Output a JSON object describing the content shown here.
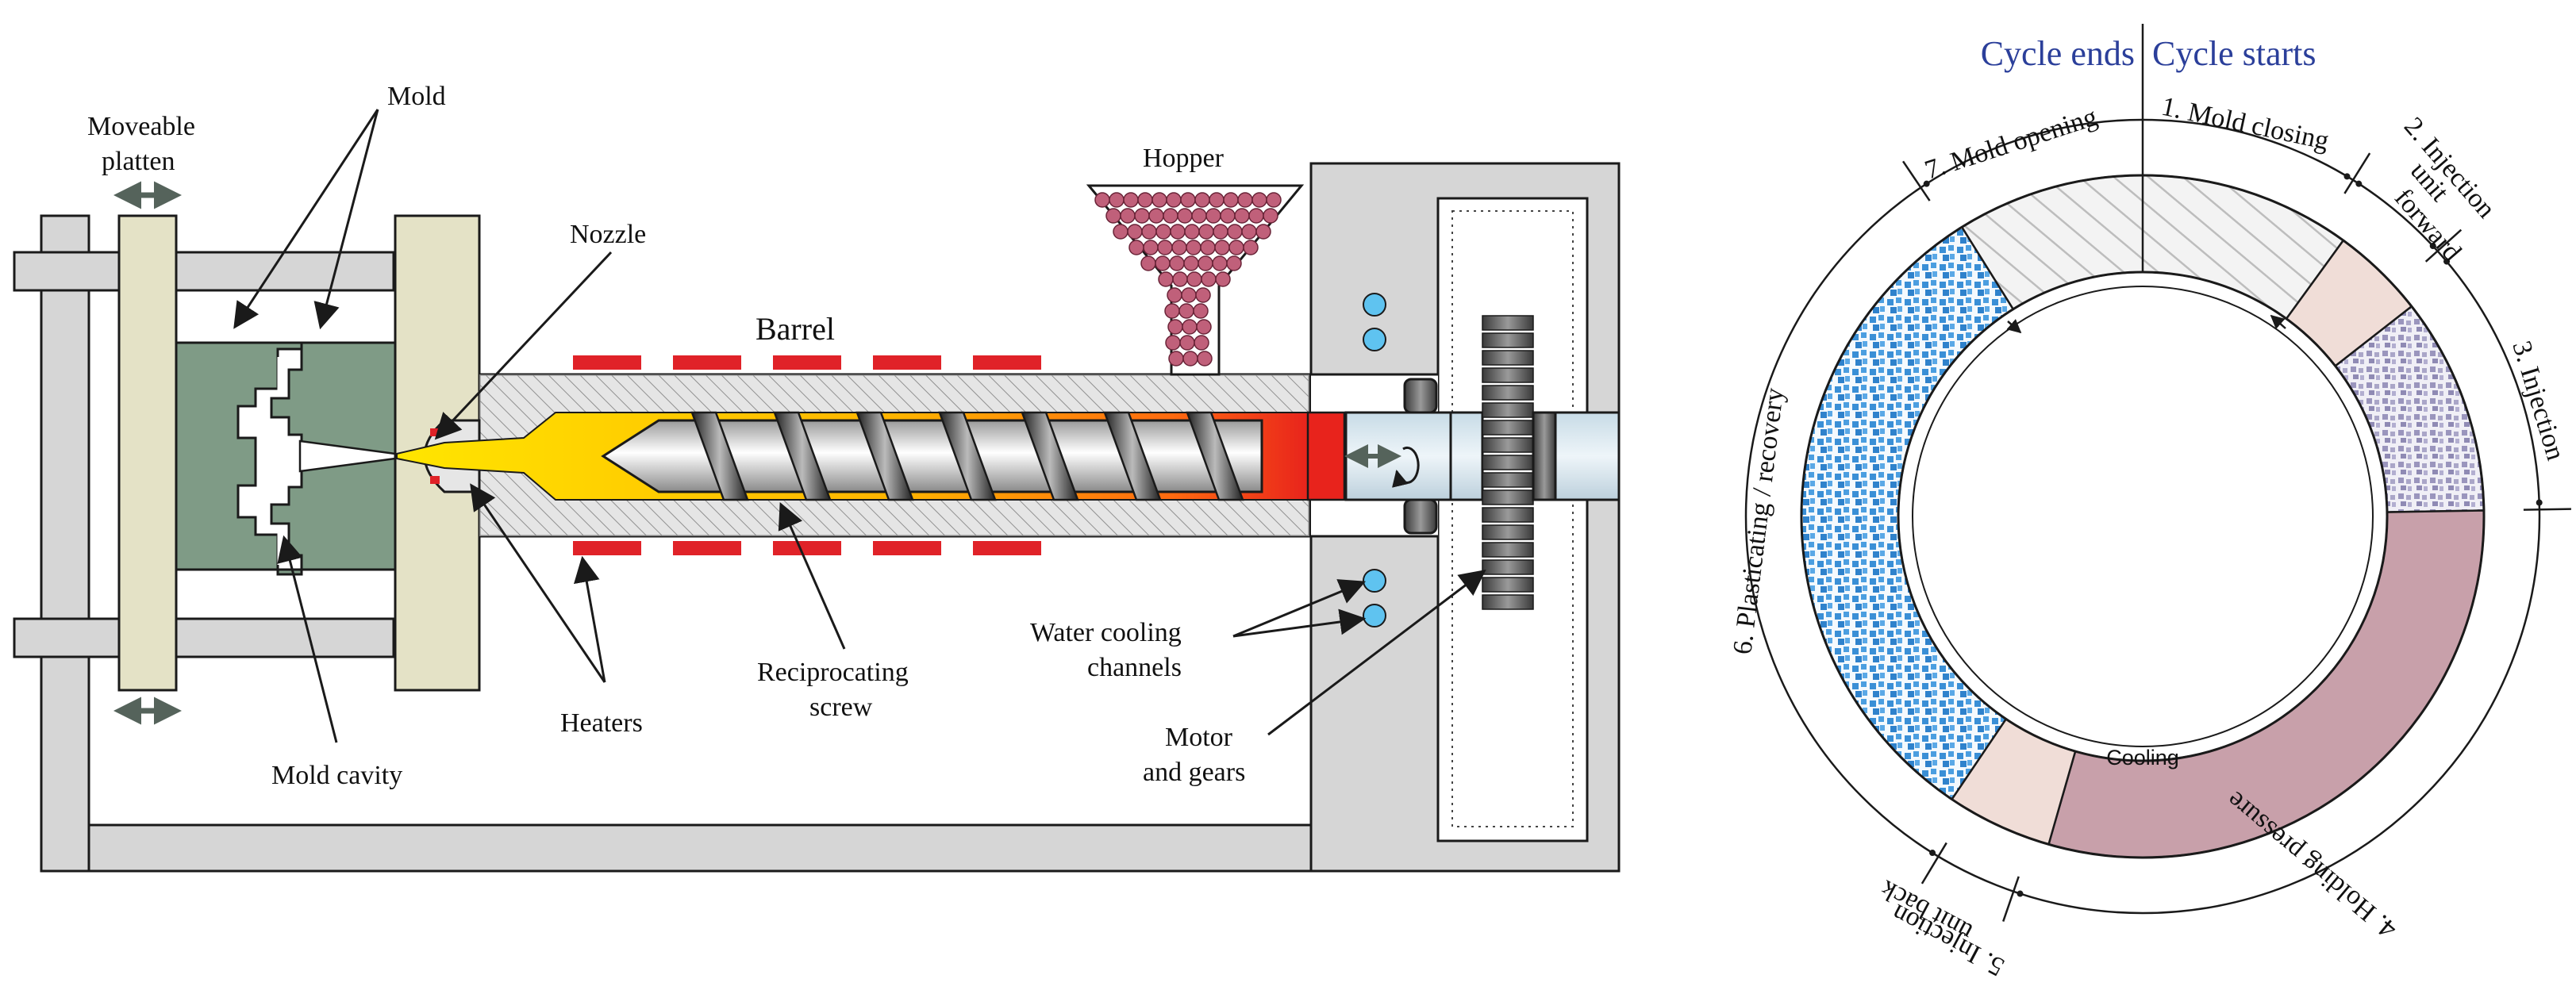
{
  "machine": {
    "labels": {
      "moveable_platten_1": "Moveable",
      "moveable_platten_2": "platten",
      "mold": "Mold",
      "nozzle": "Nozzle",
      "barrel": "Barrel",
      "hopper": "Hopper",
      "heaters": "Heaters",
      "screw_1": "Reciprocating",
      "screw_2": "screw",
      "water_1": "Water cooling",
      "water_2": "channels",
      "motor_1": "Motor",
      "motor_2": "and gears",
      "mold_cavity": "Mold cavity"
    },
    "colors": {
      "frame": "#d6d6d6",
      "platten": "#e4e2c6",
      "mold": "#7f9b86",
      "melt": "#ffd400",
      "melt_hot": "#e8231c",
      "heater": "#e02228",
      "pellet": "#c0607a",
      "water": "#5fc3f0"
    }
  },
  "cycle": {
    "header_left": "Cycle ends",
    "header_right": "Cycle starts",
    "header_color": "#2b3f9a",
    "center_label": "Cooling",
    "steps": {
      "s1": "1. Mold closing",
      "s2_1": "2. Injection",
      "s2_2": "unit",
      "s2_3": "forward",
      "s3": "3. Injection",
      "s4": "4. Holding pressure",
      "s5_1": "5. Injection",
      "s5_2": "unit back",
      "s6": "6. Plasticating / recovery",
      "s7": "7. Mold opening"
    },
    "colors": {
      "mold_move": "#d9d9d9",
      "unit_move": "#f0ddd7",
      "injection": "#aaa6c8",
      "holding": "#c8a0aa",
      "plasticating": "#3a8fd6"
    }
  }
}
